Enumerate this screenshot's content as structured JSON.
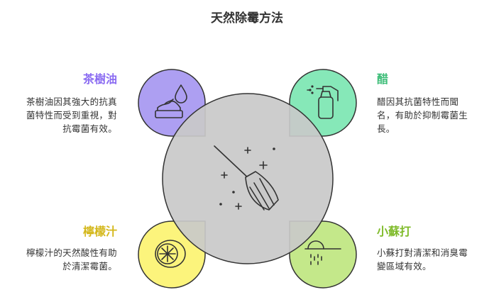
{
  "title": "天然除霉方法",
  "colors": {
    "tea_tree": "#ad9ff2",
    "vinegar": "#86e8b8",
    "lemon": "#fcf47c",
    "baking_soda": "#c4e88a",
    "center": "#c9c9c9",
    "tea_tree_label": "#8b6cf2",
    "vinegar_label": "#3dbd78",
    "lemon_label": "#d4b81c",
    "baking_soda_label": "#7fbb2a"
  },
  "items": {
    "tea_tree": {
      "label": "茶樹油",
      "desc_lines": [
        "茶樹油因其強大的抗真",
        "菌特性而受到重視，對",
        "抗霉菌有效。"
      ],
      "icon": "cream-jar-drop-icon"
    },
    "vinegar": {
      "label": "醋",
      "desc_lines": [
        "醋因其抗菌特性而聞",
        "名，有助於抑制霉菌生",
        "長。"
      ],
      "icon": "spray-bottle-icon"
    },
    "lemon": {
      "label": "檸檬汁",
      "desc_lines": [
        "檸檬汁的天然酸性有助",
        "於清潔霉菌。"
      ],
      "icon": "lemon-slice-icon"
    },
    "baking_soda": {
      "label": "小蘇打",
      "desc_lines": [
        "小蘇打對清潔和消臭霉",
        "變區域有效。"
      ],
      "icon": "scoop-powder-icon"
    }
  },
  "center_icon": "broom-sparkle-icon"
}
